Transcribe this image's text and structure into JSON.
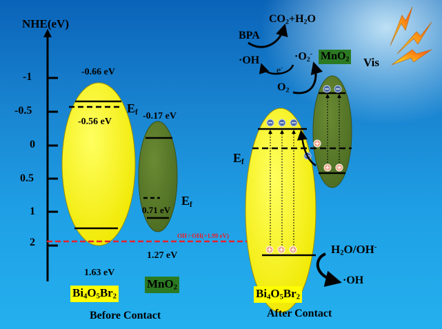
{
  "axis": {
    "title": "NHE(eV)",
    "ticks": [
      "-1",
      "-0.5",
      "0",
      "0.5",
      "1",
      "2"
    ]
  },
  "before": {
    "bi_cb": "-0.66 eV",
    "bi_ef_value": "-0.56 eV",
    "bi_vb": "1.63 eV",
    "mn_cb": "-0.17 eV",
    "mn_ef_value": "0.71 eV",
    "mn_vb": "1.27 eV",
    "ef_label": "E_f",
    "bi_label": "Bi4O5Br2",
    "mn_label": "MnO2",
    "caption": "Before Contact"
  },
  "redox_line": {
    "label": "OH-/·OH(+1.99 eV)",
    "color": "#e8202a"
  },
  "after": {
    "ef_label": "E_f",
    "bi_label": "Bi4O5Br2",
    "caption": "After Contact",
    "products": "CO2+H2O",
    "pollutant": "BPA",
    "hydroxyl": "·OH",
    "superoxide": "·O2-",
    "electron": "e-",
    "oxygen": "O2",
    "mn_label": "MnO2",
    "light": "Vis",
    "water": "H2O/OH-",
    "hydroxyl_product": "·OH"
  },
  "colors": {
    "bi": "#ffff00",
    "mn": "#5a7a2a",
    "label_green": "#2b7a23"
  }
}
